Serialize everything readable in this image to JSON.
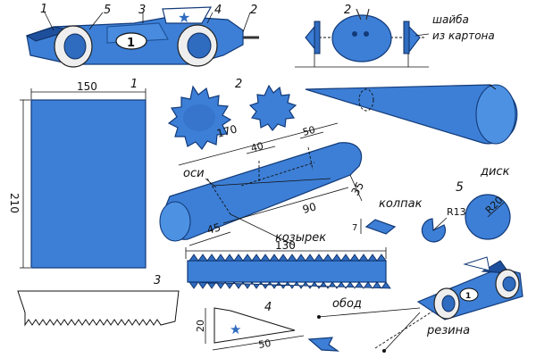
{
  "labels": {
    "washer": "шайба из картона",
    "axles": "оси",
    "visor": "козырек",
    "cap": "колпак",
    "disk": "диск",
    "rim": "обод",
    "rubber": "резина"
  },
  "step_numbers": {
    "car_1": "1",
    "car_2": "2",
    "car_3": "3",
    "car_4": "4",
    "car_5": "5",
    "car_2b": "2",
    "panel_sheet": "1",
    "panel_stars": "2",
    "panel_strip": "3",
    "panel_fin": "4",
    "panel_wheel": "5",
    "badge": "1",
    "badge_small": "1"
  },
  "dimensions": {
    "sheet_width": "150",
    "sheet_height": "210",
    "body_length": "170",
    "d40": "40",
    "d50": "50",
    "d35": "35",
    "d90": "90",
    "d45": "45",
    "strip_length": "130",
    "fin_height": "20",
    "fin_length": "50",
    "cap_size": "7",
    "r13": "R13",
    "r20": "R20"
  },
  "colors": {
    "body_blue": "#3d7fd6",
    "outline": "#123a78",
    "background": "#ffffff"
  }
}
